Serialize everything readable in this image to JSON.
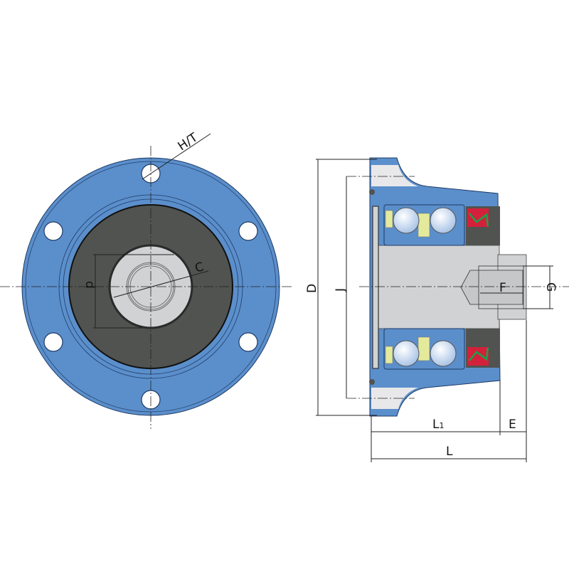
{
  "labels": {
    "ht": "H/T",
    "c": "C",
    "d": "d",
    "D": "D",
    "J": "J",
    "F": "F",
    "G": "G",
    "L1": "L",
    "L1_sub": "1",
    "E": "E",
    "L": "L"
  },
  "colors": {
    "housing": "#5b8fcb",
    "seal_disc": "#515350",
    "shaft": "#d1d2d4",
    "seal_red": "#d3213b",
    "seal_green": "#1aa34a",
    "cage": "#e4ea9c"
  }
}
